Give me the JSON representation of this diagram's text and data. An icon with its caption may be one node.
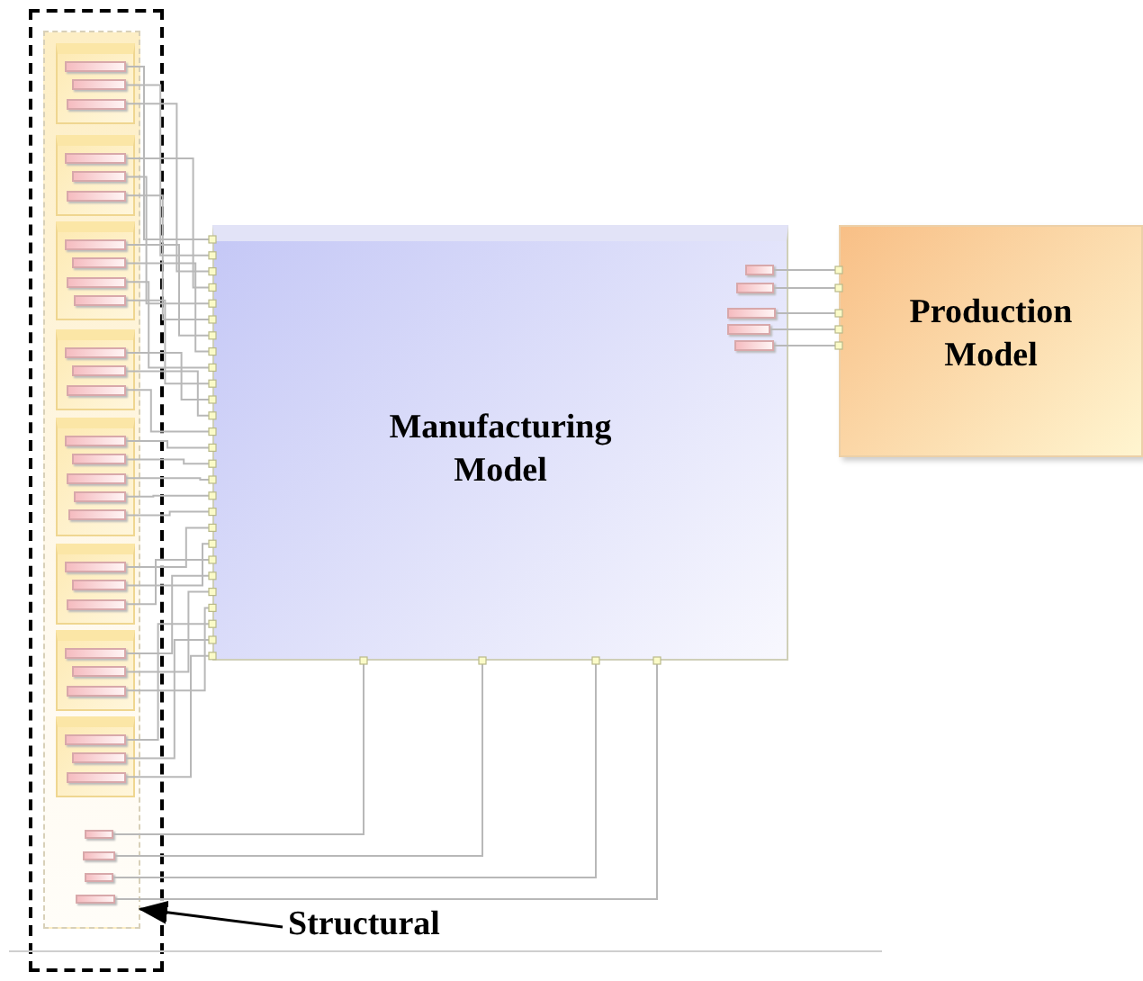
{
  "diagram": {
    "nodes": [
      {
        "text": [],
        "shape": "box"
      },
      {
        "text": [],
        "shape": "box",
        "in": 0
      },
      {
        "text": [],
        "shape": "box",
        "in": 1
      },
      {
        "text": [],
        "shape": "box",
        "in": 2
      },
      {
        "text": [],
        "shape": "box",
        "in": 2
      },
      {
        "text": [],
        "shape": "box",
        "in": 2
      },
      {
        "text": [],
        "shape": "box",
        "in": 1
      },
      {
        "text": [],
        "shape": "box",
        "in": 6
      },
      {
        "text": [],
        "shape": "box",
        "in": 6
      },
      {
        "text": [],
        "shape": "box",
        "in": 6
      },
      {
        "text": [],
        "shape": "box",
        "in": 1
      },
      {
        "text": [],
        "shape": "box",
        "in": 10
      },
      {
        "text": [],
        "shape": "box",
        "in": 10
      },
      {
        "text": [],
        "shape": "box",
        "in": 10
      },
      {
        "text": [],
        "shape": "box",
        "in": 10
      },
      {
        "text": [],
        "shape": "box",
        "in": 1
      },
      {
        "text": [],
        "shape": "box",
        "in": 15
      },
      {
        "text": [],
        "shape": "box",
        "in": 15
      },
      {
        "text": [],
        "shape": "box",
        "in": 15
      },
      {
        "text": [],
        "shape": "box",
        "in": 1
      },
      {
        "text": [],
        "shape": "box",
        "in": 19
      },
      {
        "text": [],
        "shape": "box",
        "in": 19
      },
      {
        "text": [],
        "shape": "box",
        "in": 19
      },
      {
        "text": [],
        "shape": "box",
        "in": 19
      },
      {
        "text": [],
        "shape": "box",
        "in": 19
      },
      {
        "text": [],
        "shape": "box",
        "in": 1
      },
      {
        "text": [],
        "shape": "box",
        "in": 25
      },
      {
        "text": [],
        "shape": "box",
        "in": 25
      },
      {
        "text": [],
        "shape": "box",
        "in": 25
      },
      {
        "text": [],
        "shape": "box",
        "in": 1
      },
      {
        "text": [],
        "shape": "box",
        "in": 29
      },
      {
        "text": [],
        "shape": "box",
        "in": 29
      },
      {
        "text": [],
        "shape": "box",
        "in": 29
      },
      {
        "text": [],
        "shape": "box",
        "in": 1
      },
      {
        "text": [],
        "shape": "box",
        "in": 33
      },
      {
        "text": [],
        "shape": "box",
        "in": 33
      },
      {
        "text": [],
        "shape": "box",
        "in": 33
      },
      {
        "text": [],
        "shape": "box",
        "in": 1
      },
      {
        "text": [],
        "shape": "box",
        "in": 1
      },
      {
        "text": [],
        "shape": "box",
        "in": 1
      },
      {
        "text": [],
        "shape": "box",
        "in": 1
      },
      {
        "text": [
          "Manufacturing Model"
        ]
      },
      {
        "text": [],
        "shape": "box",
        "in": 41
      },
      {
        "text": [],
        "shape": "box",
        "in": 41
      },
      {
        "text": [],
        "shape": "box",
        "in": 41
      },
      {
        "text": [],
        "shape": "box",
        "in": 41
      },
      {
        "text": [],
        "shape": "box",
        "in": 41
      },
      {
        "text": [
          "Production Model"
        ]
      },
      {
        "text": [
          "Structural"
        ]
      }
    ],
    "edges": [
      {
        "from": 3,
        "to": 41,
        "arrow": "none"
      },
      {
        "from": 4,
        "to": 41,
        "arrow": "none"
      },
      {
        "from": 5,
        "to": 41,
        "arrow": "none"
      },
      {
        "from": 7,
        "to": 41,
        "arrow": "none"
      },
      {
        "from": 8,
        "to": 41,
        "arrow": "none"
      },
      {
        "from": 9,
        "to": 41,
        "arrow": "none"
      },
      {
        "from": 11,
        "to": 41,
        "arrow": "none"
      },
      {
        "from": 12,
        "to": 41,
        "arrow": "none"
      },
      {
        "from": 13,
        "to": 41,
        "arrow": "none"
      },
      {
        "from": 14,
        "to": 41,
        "arrow": "none"
      },
      {
        "from": 16,
        "to": 41,
        "arrow": "none"
      },
      {
        "from": 17,
        "to": 41,
        "arrow": "none"
      },
      {
        "from": 18,
        "to": 41,
        "arrow": "none"
      },
      {
        "from": 20,
        "to": 41,
        "arrow": "none"
      },
      {
        "from": 21,
        "to": 41,
        "arrow": "none"
      },
      {
        "from": 22,
        "to": 41,
        "arrow": "none"
      },
      {
        "from": 23,
        "to": 41,
        "arrow": "none"
      },
      {
        "from": 24,
        "to": 41,
        "arrow": "none"
      },
      {
        "from": 26,
        "to": 41,
        "arrow": "none"
      },
      {
        "from": 27,
        "to": 41,
        "arrow": "none"
      },
      {
        "from": 28,
        "to": 41,
        "arrow": "none"
      },
      {
        "from": 30,
        "to": 41,
        "arrow": "none"
      },
      {
        "from": 31,
        "to": 41,
        "arrow": "none"
      },
      {
        "from": 32,
        "to": 41,
        "arrow": "none"
      },
      {
        "from": 34,
        "to": 41,
        "arrow": "none"
      },
      {
        "from": 35,
        "to": 41,
        "arrow": "none"
      },
      {
        "from": 36,
        "to": 41,
        "arrow": "none"
      },
      {
        "from": 37,
        "to": 41,
        "arrow": "none"
      },
      {
        "from": 38,
        "to": 41,
        "arrow": "none"
      },
      {
        "from": 39,
        "to": 41,
        "arrow": "none"
      },
      {
        "from": 40,
        "to": 41,
        "arrow": "none"
      },
      {
        "from": 42,
        "to": 47,
        "arrow": "none"
      },
      {
        "from": 43,
        "to": 47,
        "arrow": "none"
      },
      {
        "from": 44,
        "to": 47,
        "arrow": "none"
      },
      {
        "from": 45,
        "to": 47,
        "arrow": "none"
      },
      {
        "from": 46,
        "to": 47,
        "arrow": "none"
      },
      {
        "from": 48,
        "to": 1,
        "arrow": "to",
        "color": "#000000"
      }
    ]
  }
}
